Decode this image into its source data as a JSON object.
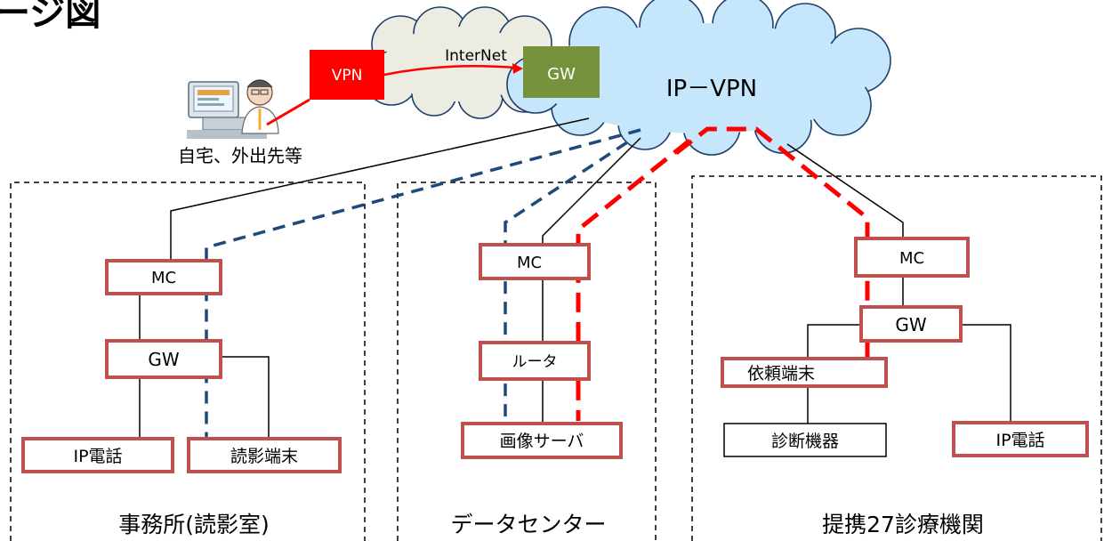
{
  "title_fragment": "ージ図",
  "clouds": {
    "internet_label": "InterNet",
    "ipvpn_label": "IP－VPN"
  },
  "remote": {
    "vpn_label": "VPN",
    "gw_label": "GW",
    "caption": "自宅、外出先等"
  },
  "sites": {
    "office": {
      "caption": "事務所(読影室)",
      "mc": "MC",
      "gw": "GW",
      "ip_phone": "IP電話",
      "reading_terminal": "読影端末"
    },
    "datacenter": {
      "caption": "データセンター",
      "mc": "MC",
      "router": "ルータ",
      "image_server": "画像サーバ"
    },
    "partner": {
      "caption": "提携27診療機関",
      "mc": "MC",
      "gw": "GW",
      "request_terminal": "依頼端末",
      "diagnostic_device": "診断機器",
      "ip_phone": "IP電話"
    }
  },
  "colors": {
    "vpn_red": "#ff0000",
    "gw_green": "#76923c",
    "node_border": "#c0504d",
    "cloud_blue": "#c6e7fb",
    "cloud_gray": "#ecece2",
    "dashed_blue": "#1f497d",
    "dashed_red": "#ff0000"
  }
}
